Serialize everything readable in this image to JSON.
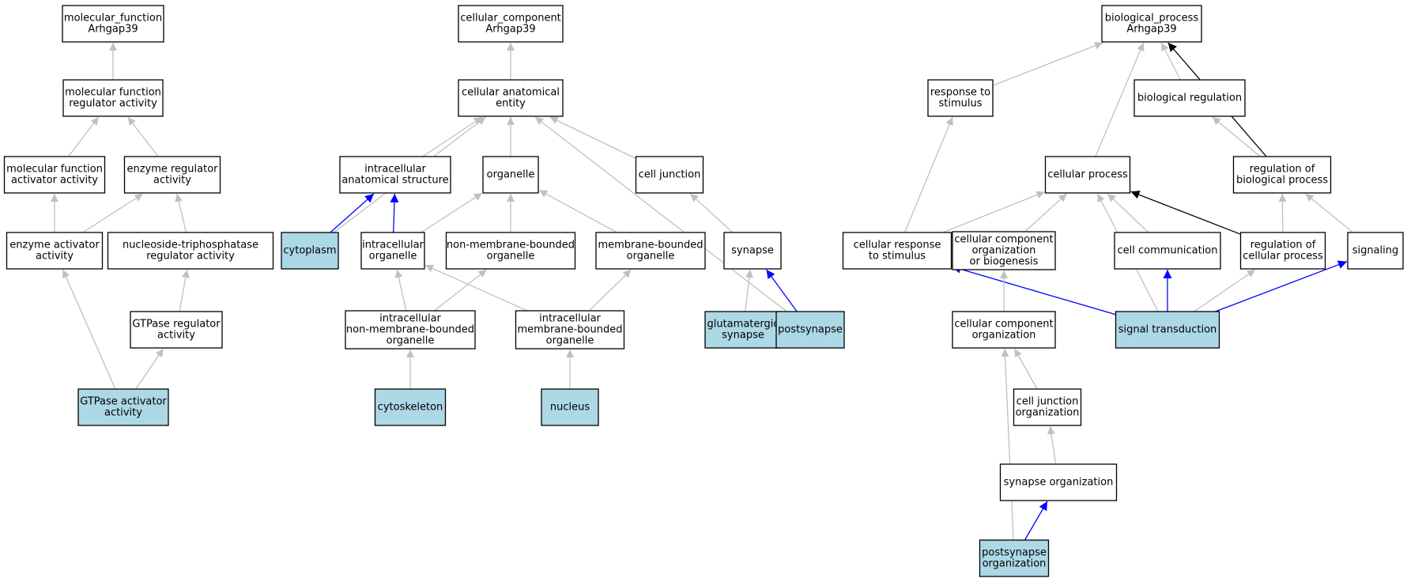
{
  "colors": {
    "highlight_fill": "#add8e6",
    "plain_fill": "#ffffff",
    "edge_gray": "#c0c0c0",
    "edge_blue": "#0000ff",
    "edge_black": "#000000"
  },
  "nodes": [
    {
      "id": "mf_root",
      "lines": [
        "molecular_function",
        "Arhgap39"
      ],
      "highlight": false
    },
    {
      "id": "mf_regulator",
      "lines": [
        "molecular function",
        "regulator activity"
      ],
      "highlight": false
    },
    {
      "id": "mf_activator",
      "lines": [
        "molecular function",
        "activator activity"
      ],
      "highlight": false
    },
    {
      "id": "enzyme_regulator",
      "lines": [
        "enzyme regulator",
        "activity"
      ],
      "highlight": false
    },
    {
      "id": "enzyme_activator",
      "lines": [
        "enzyme activator",
        "activity"
      ],
      "highlight": false
    },
    {
      "id": "ntpase_regulator",
      "lines": [
        "nucleoside-triphosphatase",
        "regulator activity"
      ],
      "highlight": false
    },
    {
      "id": "gtpase_regulator",
      "lines": [
        "GTPase regulator",
        "activity"
      ],
      "highlight": false
    },
    {
      "id": "gtpase_activator",
      "lines": [
        "GTPase activator",
        "activity"
      ],
      "highlight": true
    },
    {
      "id": "cc_root",
      "lines": [
        "cellular_component",
        "Arhgap39"
      ],
      "highlight": false
    },
    {
      "id": "cell_anat",
      "lines": [
        "cellular anatomical",
        "entity"
      ],
      "highlight": false
    },
    {
      "id": "intra_anat",
      "lines": [
        "intracellular",
        "anatomical structure"
      ],
      "highlight": false
    },
    {
      "id": "organelle",
      "lines": [
        "organelle"
      ],
      "highlight": false
    },
    {
      "id": "cell_junction",
      "lines": [
        "cell junction"
      ],
      "highlight": false
    },
    {
      "id": "cytoplasm",
      "lines": [
        "cytoplasm"
      ],
      "highlight": true
    },
    {
      "id": "intra_org",
      "lines": [
        "intracellular",
        "organelle"
      ],
      "highlight": false
    },
    {
      "id": "nonmem_org",
      "lines": [
        "non-membrane-bounded",
        "organelle"
      ],
      "highlight": false
    },
    {
      "id": "mem_org",
      "lines": [
        "membrane-bounded",
        "organelle"
      ],
      "highlight": false
    },
    {
      "id": "synapse",
      "lines": [
        "synapse"
      ],
      "highlight": false
    },
    {
      "id": "intra_nonmem",
      "lines": [
        "intracellular",
        "non-membrane-bounded",
        "organelle"
      ],
      "highlight": false
    },
    {
      "id": "intra_mem",
      "lines": [
        "intracellular",
        "membrane-bounded",
        "organelle"
      ],
      "highlight": false
    },
    {
      "id": "glut_synapse",
      "lines": [
        "glutamatergic",
        "synapse"
      ],
      "highlight": true
    },
    {
      "id": "postsynapse",
      "lines": [
        "postsynapse"
      ],
      "highlight": true
    },
    {
      "id": "cytoskeleton",
      "lines": [
        "cytoskeleton"
      ],
      "highlight": true
    },
    {
      "id": "nucleus",
      "lines": [
        "nucleus"
      ],
      "highlight": true
    },
    {
      "id": "bp_root",
      "lines": [
        "biological_process",
        "Arhgap39"
      ],
      "highlight": false
    },
    {
      "id": "resp_stim",
      "lines": [
        "response to",
        "stimulus"
      ],
      "highlight": false
    },
    {
      "id": "bio_reg",
      "lines": [
        "biological regulation"
      ],
      "highlight": false
    },
    {
      "id": "cell_proc",
      "lines": [
        "cellular process"
      ],
      "highlight": false
    },
    {
      "id": "reg_bio",
      "lines": [
        "regulation of",
        "biological process"
      ],
      "highlight": false
    },
    {
      "id": "cell_resp",
      "lines": [
        "cellular response",
        "to stimulus"
      ],
      "highlight": false
    },
    {
      "id": "cc_org_bio",
      "lines": [
        "cellular component",
        "organization",
        "or biogenesis"
      ],
      "highlight": false
    },
    {
      "id": "cell_comm",
      "lines": [
        "cell communication"
      ],
      "highlight": false
    },
    {
      "id": "reg_cell",
      "lines": [
        "regulation of",
        "cellular process"
      ],
      "highlight": false
    },
    {
      "id": "signaling",
      "lines": [
        "signaling"
      ],
      "highlight": false
    },
    {
      "id": "cc_org",
      "lines": [
        "cellular component",
        "organization"
      ],
      "highlight": false
    },
    {
      "id": "signal_trans",
      "lines": [
        "signal transduction"
      ],
      "highlight": true
    },
    {
      "id": "cj_org",
      "lines": [
        "cell junction",
        "organization"
      ],
      "highlight": false
    },
    {
      "id": "syn_org",
      "lines": [
        "synapse organization"
      ],
      "highlight": false
    },
    {
      "id": "postsyn_org",
      "lines": [
        "postsynapse",
        "organization"
      ],
      "highlight": true
    }
  ],
  "edges": [
    {
      "from": "mf_regulator",
      "to": "mf_root",
      "color": "gray"
    },
    {
      "from": "mf_activator",
      "to": "mf_regulator",
      "color": "gray"
    },
    {
      "from": "enzyme_regulator",
      "to": "mf_regulator",
      "color": "gray"
    },
    {
      "from": "enzyme_activator",
      "to": "mf_activator",
      "color": "gray"
    },
    {
      "from": "enzyme_activator",
      "to": "enzyme_regulator",
      "color": "gray"
    },
    {
      "from": "ntpase_regulator",
      "to": "enzyme_regulator",
      "color": "gray"
    },
    {
      "from": "gtpase_regulator",
      "to": "ntpase_regulator",
      "color": "gray"
    },
    {
      "from": "gtpase_activator",
      "to": "enzyme_activator",
      "color": "gray"
    },
    {
      "from": "gtpase_activator",
      "to": "gtpase_regulator",
      "color": "gray"
    },
    {
      "from": "cell_anat",
      "to": "cc_root",
      "color": "gray"
    },
    {
      "from": "intra_anat",
      "to": "cell_anat",
      "color": "gray"
    },
    {
      "from": "organelle",
      "to": "cell_anat",
      "color": "gray"
    },
    {
      "from": "cell_junction",
      "to": "cell_anat",
      "color": "gray"
    },
    {
      "from": "cytoplasm",
      "to": "cell_anat",
      "color": "gray"
    },
    {
      "from": "postsynapse",
      "to": "cell_anat",
      "color": "gray"
    },
    {
      "from": "cytoplasm",
      "to": "intra_anat",
      "color": "blue"
    },
    {
      "from": "intra_org",
      "to": "intra_anat",
      "color": "blue"
    },
    {
      "from": "intra_org",
      "to": "organelle",
      "color": "gray"
    },
    {
      "from": "nonmem_org",
      "to": "organelle",
      "color": "gray"
    },
    {
      "from": "mem_org",
      "to": "organelle",
      "color": "gray"
    },
    {
      "from": "synapse",
      "to": "cell_junction",
      "color": "gray"
    },
    {
      "from": "intra_nonmem",
      "to": "intra_org",
      "color": "gray"
    },
    {
      "from": "intra_nonmem",
      "to": "nonmem_org",
      "color": "gray"
    },
    {
      "from": "intra_mem",
      "to": "intra_org",
      "color": "gray"
    },
    {
      "from": "intra_mem",
      "to": "mem_org",
      "color": "gray"
    },
    {
      "from": "glut_synapse",
      "to": "synapse",
      "color": "gray"
    },
    {
      "from": "postsynapse",
      "to": "synapse",
      "color": "blue"
    },
    {
      "from": "cytoskeleton",
      "to": "intra_nonmem",
      "color": "gray"
    },
    {
      "from": "nucleus",
      "to": "intra_mem",
      "color": "gray"
    },
    {
      "from": "resp_stim",
      "to": "bp_root",
      "color": "gray"
    },
    {
      "from": "bio_reg",
      "to": "bp_root",
      "color": "gray"
    },
    {
      "from": "cell_proc",
      "to": "bp_root",
      "color": "gray"
    },
    {
      "from": "reg_bio",
      "to": "bp_root",
      "color": "black"
    },
    {
      "from": "reg_bio",
      "to": "bio_reg",
      "color": "gray"
    },
    {
      "from": "cell_resp",
      "to": "resp_stim",
      "color": "gray"
    },
    {
      "from": "cell_resp",
      "to": "cell_proc",
      "color": "gray"
    },
    {
      "from": "cc_org_bio",
      "to": "cell_proc",
      "color": "gray"
    },
    {
      "from": "cell_comm",
      "to": "cell_proc",
      "color": "gray"
    },
    {
      "from": "reg_cell",
      "to": "cell_proc",
      "color": "black"
    },
    {
      "from": "reg_cell",
      "to": "reg_bio",
      "color": "gray"
    },
    {
      "from": "signaling",
      "to": "reg_bio",
      "color": "gray"
    },
    {
      "from": "signal_trans",
      "to": "cell_proc",
      "color": "gray"
    },
    {
      "from": "signal_trans",
      "to": "cell_resp",
      "color": "blue"
    },
    {
      "from": "signal_trans",
      "to": "cell_comm",
      "color": "blue"
    },
    {
      "from": "signal_trans",
      "to": "reg_cell",
      "color": "gray"
    },
    {
      "from": "signal_trans",
      "to": "signaling",
      "color": "blue"
    },
    {
      "from": "cc_org",
      "to": "cc_org_bio",
      "color": "gray"
    },
    {
      "from": "cj_org",
      "to": "cc_org",
      "color": "gray"
    },
    {
      "from": "syn_org",
      "to": "cj_org",
      "color": "gray"
    },
    {
      "from": "postsyn_org",
      "to": "syn_org",
      "color": "blue"
    },
    {
      "from": "postsyn_org",
      "to": "cc_org",
      "color": "gray"
    }
  ]
}
